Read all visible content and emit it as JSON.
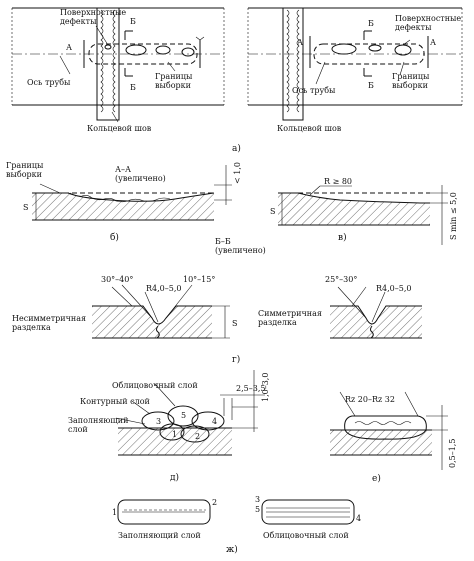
{
  "panel_a": {
    "left": {
      "surface_defects": "Поверхностные\nдефекты",
      "section_a": "А",
      "section_b": "Б",
      "pipe_axis": "Ось трубы",
      "boundaries": "Границы\nвыборки",
      "girth_weld": "Кольцевой шов"
    },
    "right": {
      "surface_defects": "Поверхностные\nдефекты",
      "section_a": "А",
      "section_b": "Б",
      "pipe_axis": "Ось трубы",
      "boundaries": "Границы\nвыборки",
      "girth_weld": "Кольцевой шов"
    },
    "caption": "а)"
  },
  "panel_b": {
    "boundaries": "Границы\nвыборки",
    "section": "А–А\n(увеличено)",
    "depth": "< 1,0",
    "thickness": "S",
    "caption": "б)"
  },
  "panel_v": {
    "radius": "R ≥ 80",
    "depth": "S min ≤ 5,0",
    "thickness": "S",
    "section": "Б–Б\n(увеличено)",
    "caption": "в)"
  },
  "panel_g": {
    "left_angle": "30°–40°",
    "left_angle2": "10°–15°",
    "left_radius": "R4,0–5,0",
    "left_label": "Несимметричная\nразделка",
    "thickness": "S",
    "right_angle": "25°–30°",
    "right_radius": "R4,0–5,0",
    "right_label": "Симметричная\nразделка",
    "caption": "г)"
  },
  "panel_d": {
    "cover_layer": "Облицовочный слой",
    "contour_layer": "Контурный слой",
    "filling_layer": "Заполняющий\nслой",
    "overlap": "2,5–3,5",
    "height": "1,0–3,0",
    "bead_numbers": [
      "1",
      "2",
      "3",
      "4",
      "5"
    ],
    "caption": "д)"
  },
  "panel_e": {
    "roughness": "Rz 20–Rz 32",
    "height": "0,5–1,5",
    "caption": "е)"
  },
  "panel_zh": {
    "left_label": "Заполняющий слой",
    "left_nums": [
      "1",
      "2"
    ],
    "right_label": "Облицовочный слой",
    "right_nums": [
      "3",
      "5",
      "4"
    ],
    "caption": "ж)"
  }
}
